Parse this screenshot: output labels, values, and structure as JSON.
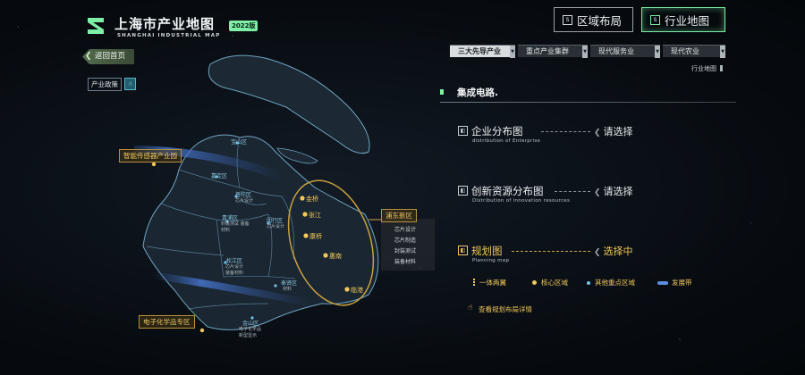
{
  "header": {
    "title": "上海市产业地图",
    "subtitle": "SHANGHAI INDUSTRIAL MAP",
    "year_badge": "2022版",
    "logo_icon": "s-logo-icon",
    "back_button": "返回首页",
    "policy_label": "产业政策"
  },
  "nav": {
    "region_label": "区域布局",
    "industry_label": "行业地图",
    "active": "industry"
  },
  "categories": [
    "三大先导产业",
    "重点产业集群",
    "现代服务业",
    "现代农业"
  ],
  "map_name": "行业地图",
  "panel": {
    "section_title": "集成电路.",
    "items": [
      {
        "title": "企业分布图",
        "en": "distribution of Enterprise",
        "action": "请选择"
      },
      {
        "title": "创新资源分布图",
        "en": "Distribution of innovation resources",
        "action": "请选择"
      },
      {
        "title": "规划图",
        "en": "Planning map",
        "action": "选择中"
      }
    ],
    "legend": [
      "一体两翼",
      "核心区域",
      "其他重点区域",
      "发展带"
    ],
    "detail_link": "查看规划布局详情"
  },
  "map": {
    "callouts": {
      "north": "智能传感器产业园",
      "south": "电子化学品专区",
      "pudong": "浦东新区"
    },
    "pudong_list": [
      "芯片设计",
      "芯片制造",
      "封装测试",
      "装备材料"
    ],
    "core_sites": [
      "金桥",
      "张江",
      "康桥",
      "惠南",
      "临港"
    ],
    "districts": [
      {
        "name": "宝山区"
      },
      {
        "name": "嘉定区"
      },
      {
        "name": "普陀区",
        "note": "芯片设计"
      },
      {
        "name": "青浦区",
        "note": "封装测试 装备材料"
      },
      {
        "name": "闵行区",
        "note": "芯片设计"
      },
      {
        "name": "松江区",
        "note": "芯片设计 装备材料"
      },
      {
        "name": "奉贤区",
        "note": "材料"
      },
      {
        "name": "金山区",
        "note": "电子化学品 新型显示"
      }
    ]
  },
  "colors": {
    "accent_green": "#7ef0a6",
    "accent_gold": "#f2c85a",
    "map_stroke": "#6fa6c2",
    "dev_band": "#3b6fd1"
  }
}
